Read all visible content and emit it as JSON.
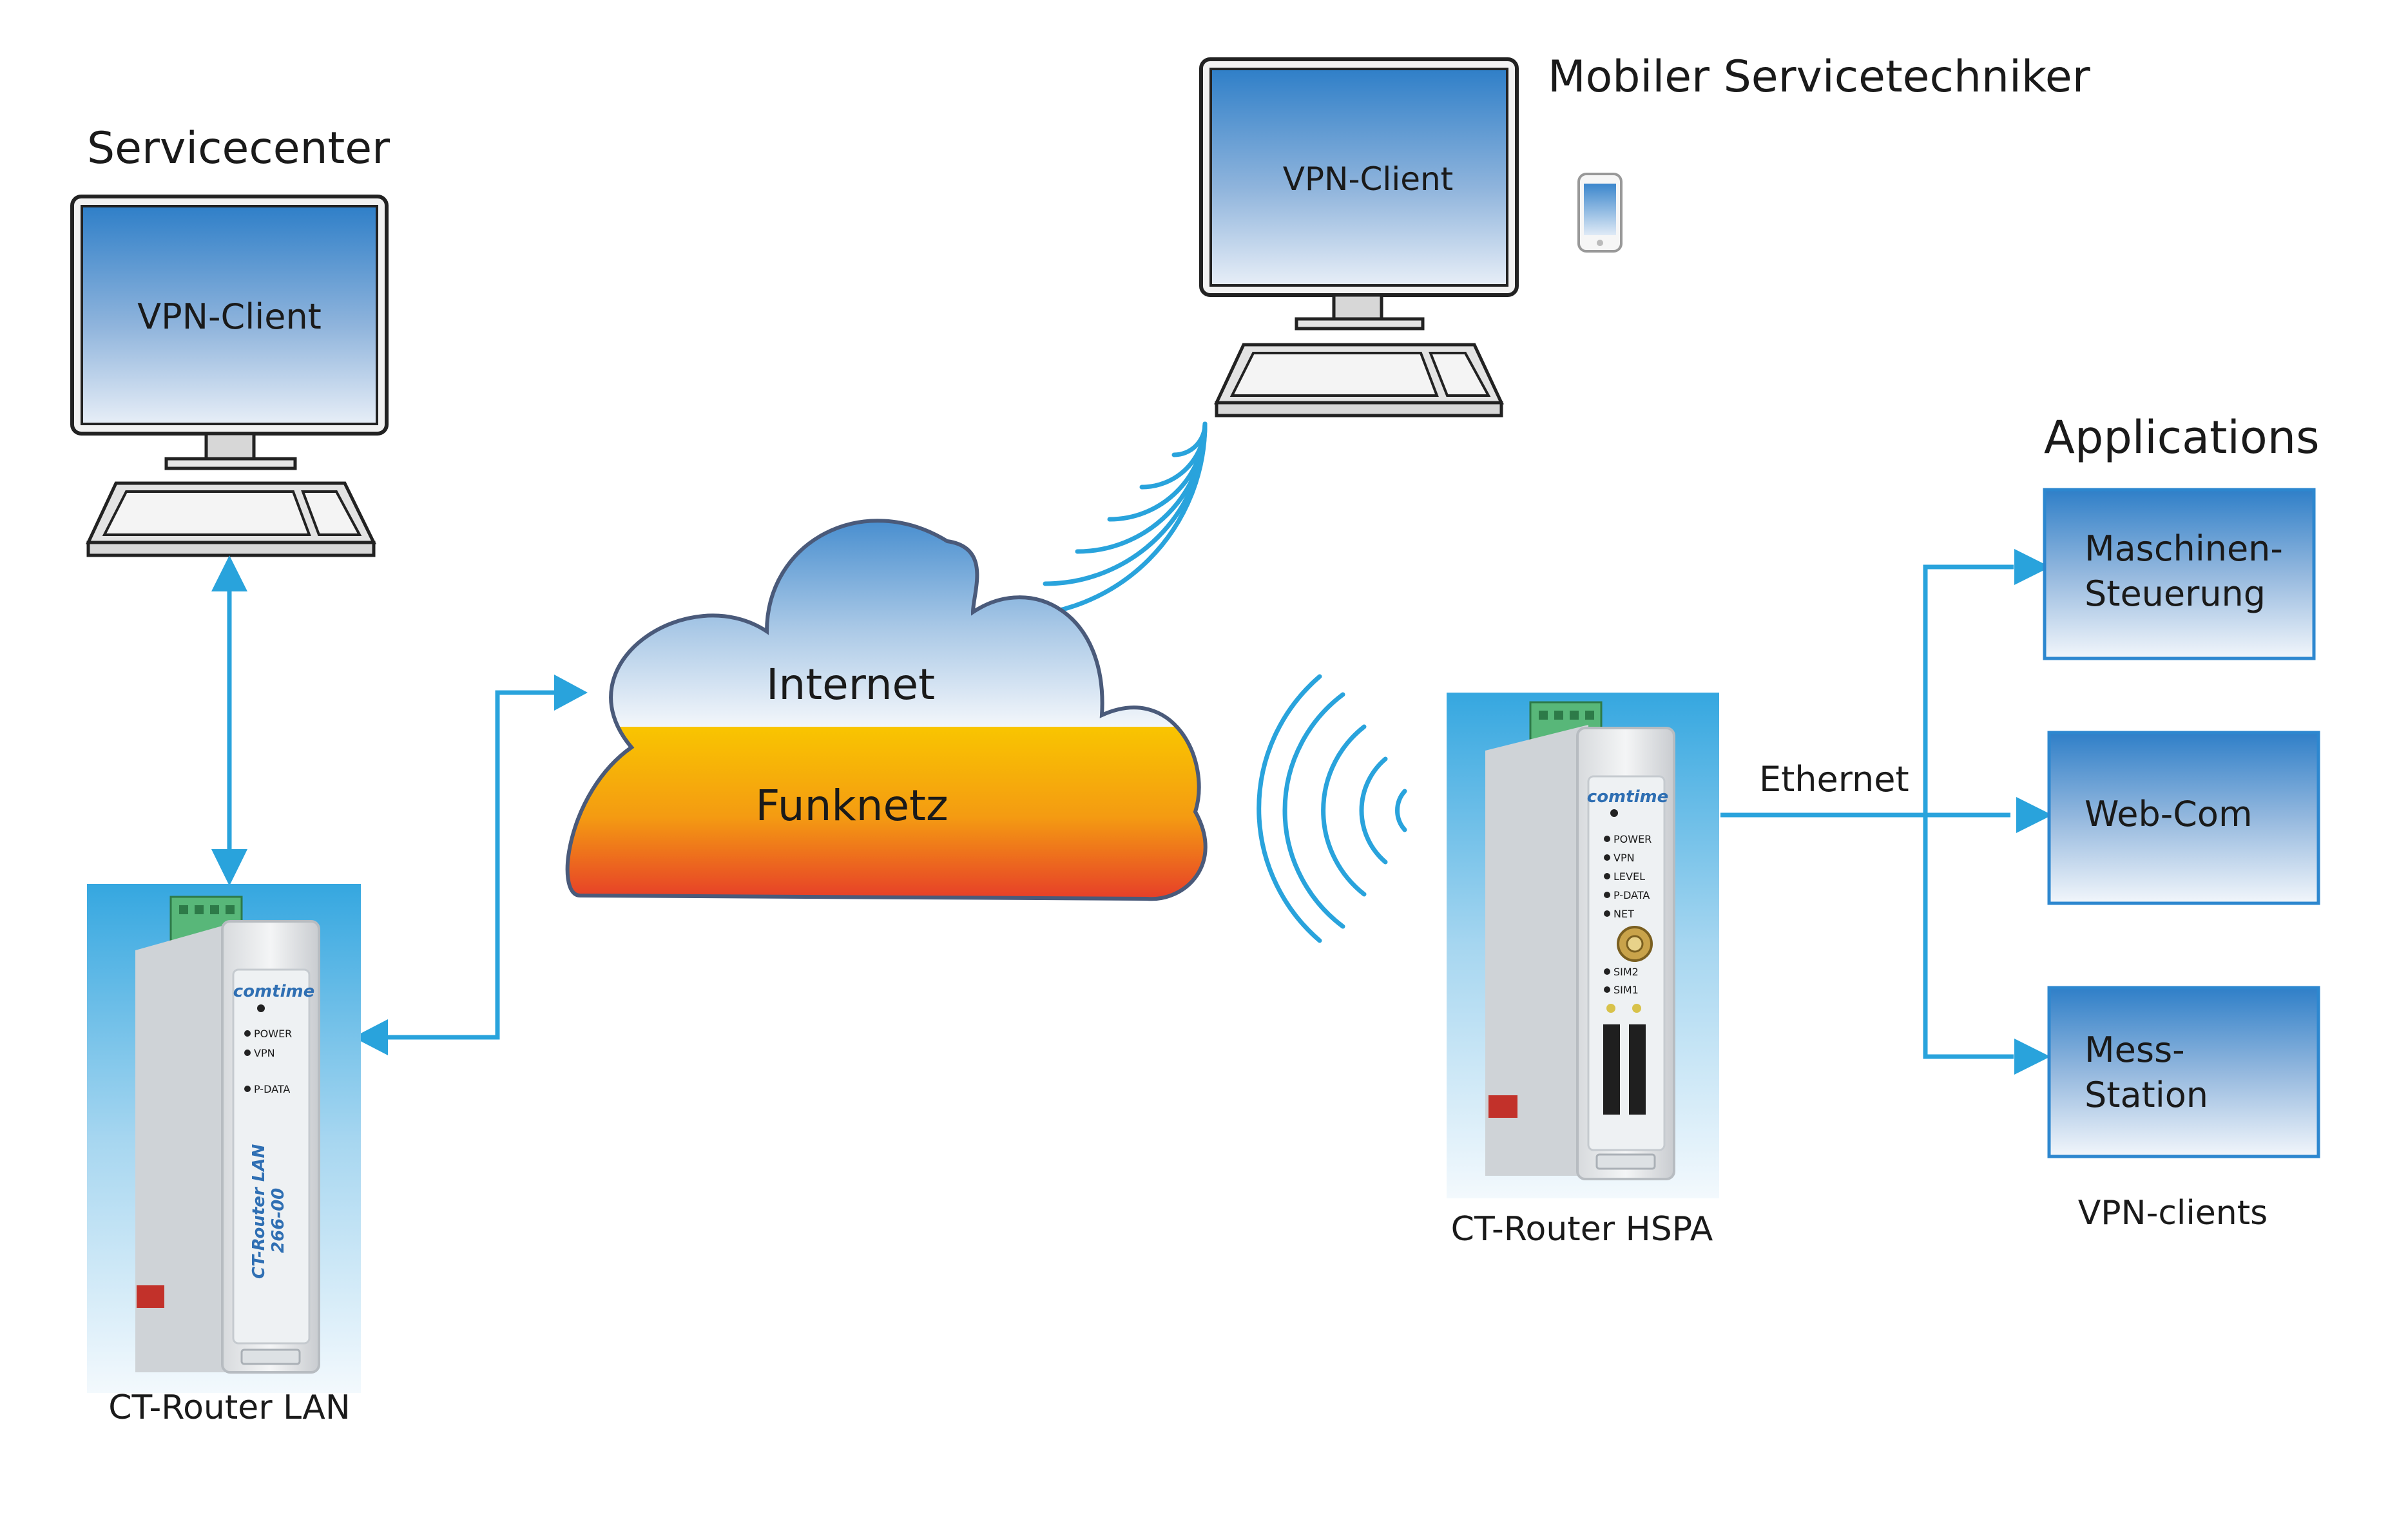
{
  "labels": {
    "servicecenter": "Servicecenter",
    "mobile_technician": "Mobiler Servicetechniker",
    "applications": "Applications",
    "ethernet": "Ethernet",
    "vpn_clients": "VPN-clients"
  },
  "computers": {
    "servicecenter_screen": "VPN-Client",
    "mobile_screen": "VPN-Client"
  },
  "cloud": {
    "top": "Internet",
    "bottom": "Funknetz"
  },
  "routers": {
    "lan": {
      "caption": "CT-Router LAN",
      "brand": "comtime",
      "model_line1": "CT-Router LAN",
      "model_line2": "266-00",
      "leds": [
        "POWER",
        "VPN",
        "P-DATA"
      ]
    },
    "hspa": {
      "caption": "CT-Router HSPA",
      "brand": "comtime",
      "leds": [
        "POWER",
        "VPN",
        "LEVEL",
        "P-DATA",
        "NET"
      ],
      "sim_labels": [
        "SIM2",
        "SIM1"
      ]
    }
  },
  "apps": [
    {
      "line1": "Maschinen-",
      "line2": "Steuerung"
    },
    {
      "line1": "Web-Com",
      "line2": ""
    },
    {
      "line1": "Mess-",
      "line2": "Station"
    }
  ],
  "colors": {
    "link": "#29a3dc",
    "screen_top": "#2f7fc8",
    "cloud_bottom": "#e8352a",
    "cloud_mid": "#f6c800"
  }
}
